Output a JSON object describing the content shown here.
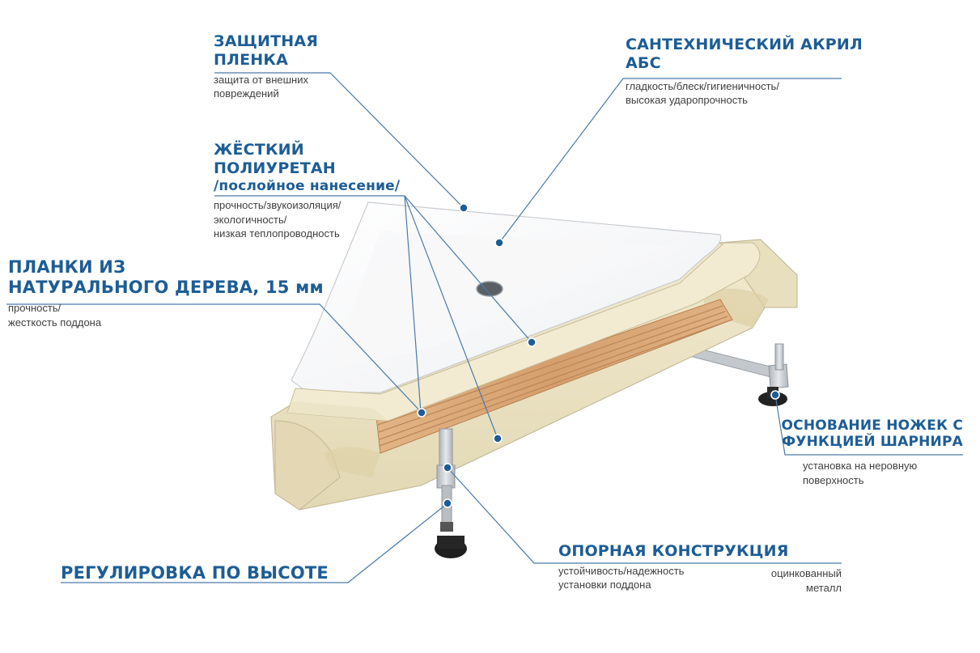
{
  "labels": {
    "film": {
      "title1": "ЗАЩИТНАЯ",
      "title2": "ПЛЕНКА",
      "desc1": "защита от внешних",
      "desc2": "повреждений"
    },
    "acrylic": {
      "title1": "САНТЕХНИЧЕСКИЙ АКРИЛ",
      "title2": "АБС",
      "desc1": "гладкость/блеск/гигиеничность/",
      "desc2": "высокая ударопрочность"
    },
    "polyurethane": {
      "title1": "ЖЁСТКИЙ",
      "title2": "ПОЛИУРЕТАН",
      "title3": "/послойное нанесение/",
      "desc1": "прочность/звукоизоляция/",
      "desc2": "экологичность/",
      "desc3": "низкая теплопроводность"
    },
    "wood": {
      "title1": "ПЛАНКИ ИЗ",
      "title2": "НАТУРАЛЬНОГО ДЕРЕВА, 15 мм",
      "desc1": "прочность/",
      "desc2": "жесткость поддона"
    },
    "feet": {
      "title1": "ОСНОВАНИЕ НОЖЕК С",
      "title2": "ФУНКЦИЕЙ ШАРНИРА",
      "desc1": "установка на неровную",
      "desc2": "поверхность"
    },
    "support": {
      "title1": "ОПОРНАЯ КОНСТРУКЦИЯ",
      "desc1": "устойчивость/надежность",
      "desc2": "установки поддона",
      "desc3": "оцинкованный",
      "desc4": "металл"
    },
    "height": {
      "title1": "РЕГУЛИРОВКА ПО ВЫСОТЕ"
    }
  },
  "colors": {
    "title": "#1d5d96",
    "leader": "#4a7aa8",
    "foam": "#ebe3c7",
    "wood": "#d9a877",
    "acrylic": "#ffffff",
    "metal": "#c9ced3"
  }
}
